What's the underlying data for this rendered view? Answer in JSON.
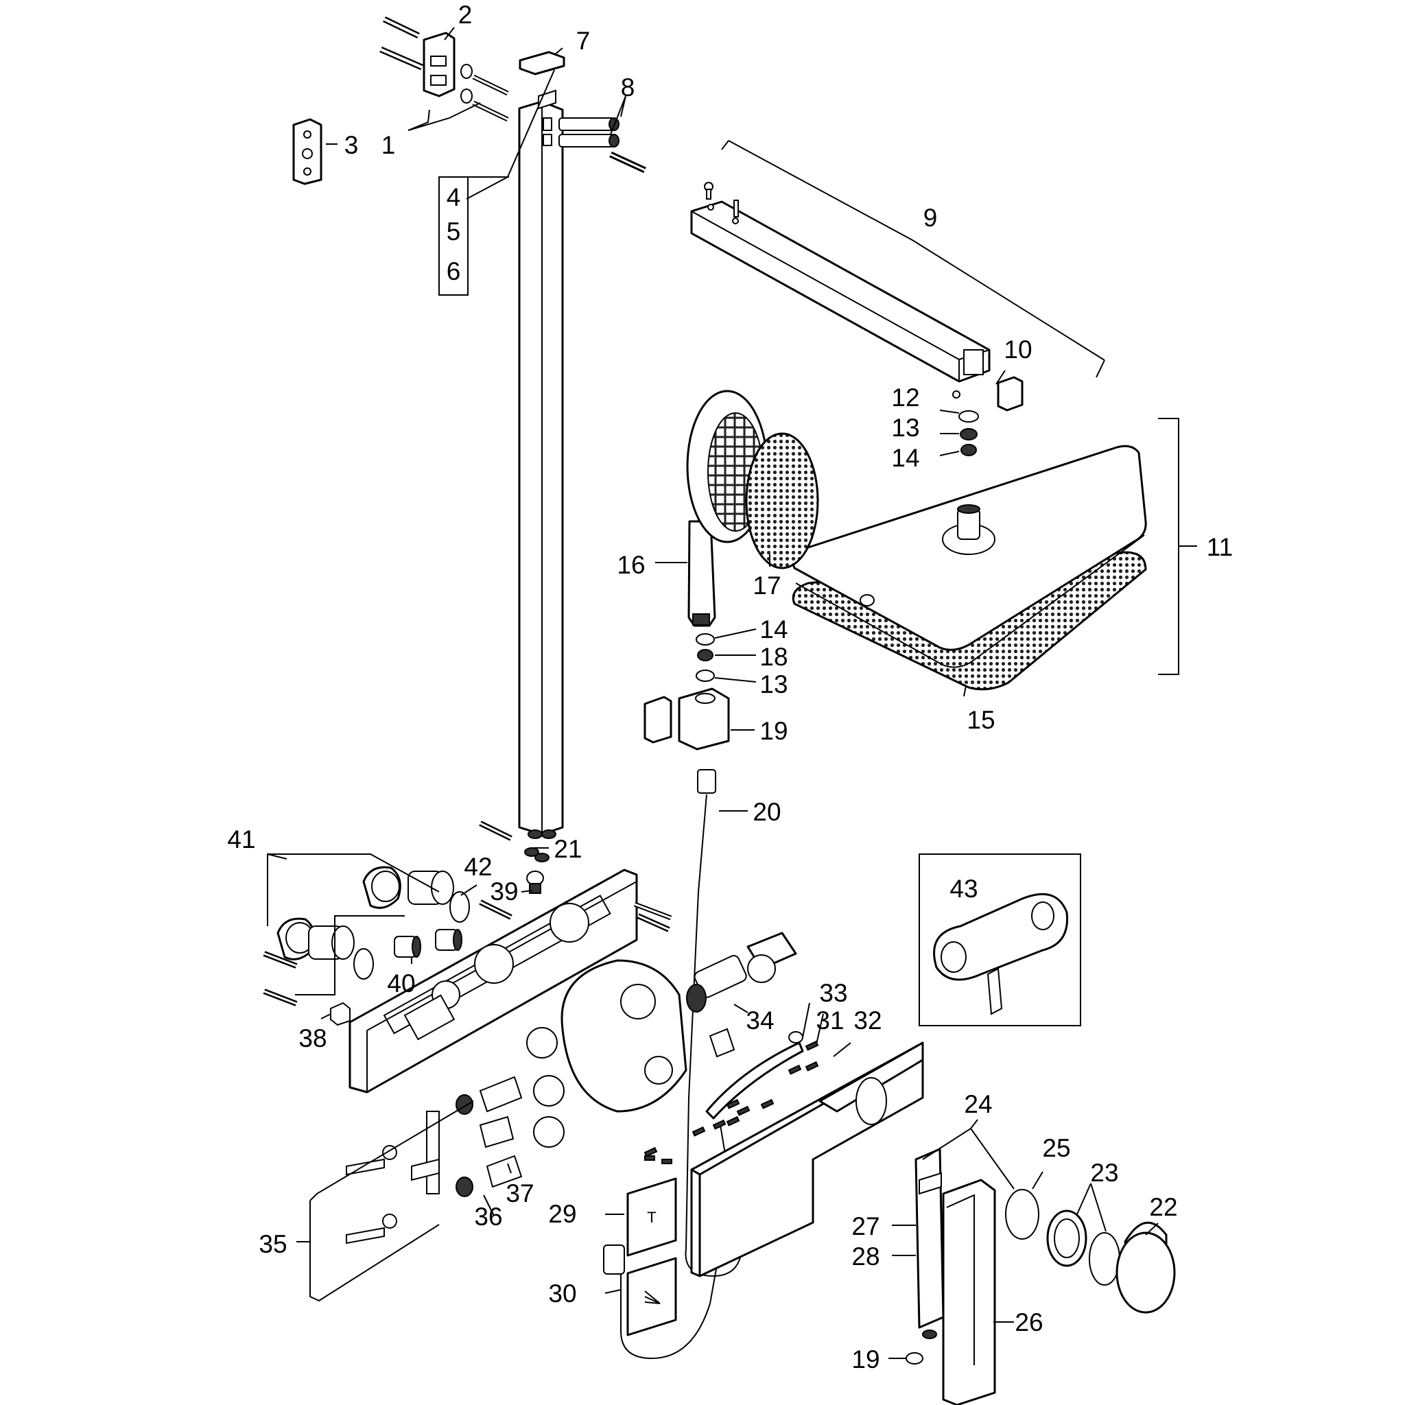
{
  "diagram": {
    "labels": {
      "p1": "1",
      "p2": "2",
      "p3": "3",
      "p4": "4",
      "p5": "5",
      "p6": "6",
      "p7": "7",
      "p8": "8",
      "p9": "9",
      "p10": "10",
      "p11": "11",
      "p12": "12",
      "p13a": "13",
      "p14a": "14",
      "p15": "15",
      "p16": "16",
      "p17": "17",
      "p14b": "14",
      "p18": "18",
      "p13b": "13",
      "p19a": "19",
      "p20": "20",
      "p21": "21",
      "p22": "22",
      "p23": "23",
      "p24": "24",
      "p25": "25",
      "p26": "26",
      "p27": "27",
      "p28": "28",
      "p19b": "19",
      "p29": "29",
      "p30": "30",
      "p31": "31",
      "p32": "32",
      "p33": "33",
      "p34": "34",
      "p35": "35",
      "p36": "36",
      "p37": "37",
      "p38": "38",
      "p39": "39",
      "p40": "40",
      "p41": "41",
      "p42": "42",
      "p43": "43"
    }
  }
}
